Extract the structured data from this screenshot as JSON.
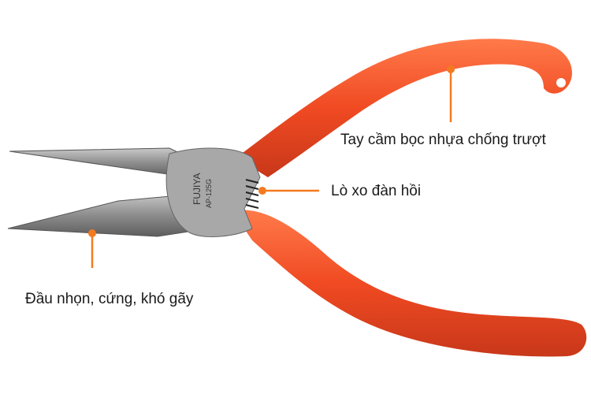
{
  "product": {
    "brand_engraving": "FUJIYA",
    "model_engraving": "AP-125G"
  },
  "callouts": [
    {
      "text": "Tay cầm bọc nhựa chống trượt"
    },
    {
      "text": "Lò xo đàn hồi"
    },
    {
      "text": "Đầu nhọn, cứng, khó gãy"
    }
  ],
  "colors": {
    "accent": "#f47a20",
    "handle": "#f0502a",
    "metal": "#9a9a9a"
  }
}
